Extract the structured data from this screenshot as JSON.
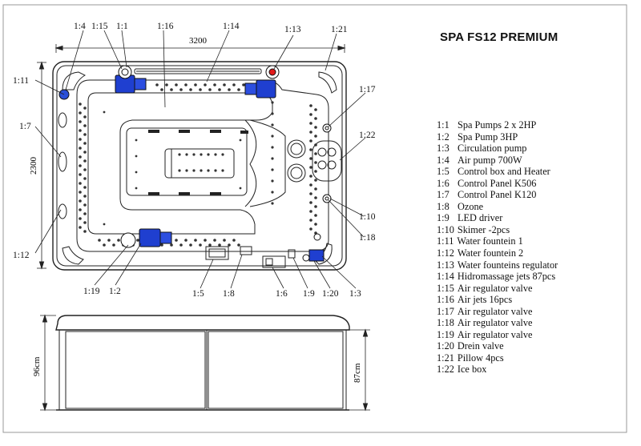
{
  "title": "SPA FS12 PREMIUM",
  "dimensions": {
    "width": "3200",
    "depth": "2300",
    "height_outer": "96cm",
    "height_inner": "87cm"
  },
  "callouts": {
    "c_1_4": "1:4",
    "c_1_15": "1:15",
    "c_1_1": "1:1",
    "c_1_16": "1:16",
    "c_1_14": "1:14",
    "c_1_13": "1:13",
    "c_1_21": "1:21",
    "c_1_11": "1:11",
    "c_1_7": "1:7",
    "c_1_12": "1:12",
    "c_1_17": "1:17",
    "c_1_22": "1:22",
    "c_1_10": "1:10",
    "c_1_18": "1:18",
    "c_1_19": "1:19",
    "c_1_2": "1:2",
    "c_1_5": "1:5",
    "c_1_8": "1:8",
    "c_1_6": "1:6",
    "c_1_9": "1:9",
    "c_1_20": "1:20",
    "c_1_3": "1:3"
  },
  "legend": [
    {
      "code": "1:1",
      "label": "Spa Pumps 2 x 2HP"
    },
    {
      "code": "1:2",
      "label": "Spa Pump 3HP"
    },
    {
      "code": "1:3",
      "label": "Circulation pump"
    },
    {
      "code": "1:4",
      "label": "Air pump 700W"
    },
    {
      "code": "1:5",
      "label": "Control box and Heater"
    },
    {
      "code": "1:6",
      "label": "Control Panel K506"
    },
    {
      "code": "1:7",
      "label": "Control Panel K120"
    },
    {
      "code": "1:8",
      "label": "Ozone"
    },
    {
      "code": "1:9",
      "label": "LED driver"
    },
    {
      "code": "1:10",
      "label": "Skimer -2pcs"
    },
    {
      "code": "1:11",
      "label": "Water fountein 1"
    },
    {
      "code": "1:12",
      "label": "Water fountein 2"
    },
    {
      "code": "1:13",
      "label": "Water founteins regulator"
    },
    {
      "code": "1:14",
      "label": "Hidromassage jets 87pcs"
    },
    {
      "code": "1:15",
      "label": "Air regulator valve"
    },
    {
      "code": "1:16",
      "label": "Air jets 16pcs"
    },
    {
      "code": "1:17",
      "label": "Air regulator valve"
    },
    {
      "code": "1:18",
      "label": "Air regulator valve"
    },
    {
      "code": "1:19",
      "label": "Air regulator valve"
    },
    {
      "code": "1:20",
      "label": "Drein valve"
    },
    {
      "code": "1:21",
      "label": "Pillow 4pcs"
    },
    {
      "code": "1:22",
      "label": "Ice box"
    }
  ],
  "colors": {
    "pump_blue": "#1f3fd0",
    "regulator_red": "#e01a1a",
    "line": "#222222"
  }
}
